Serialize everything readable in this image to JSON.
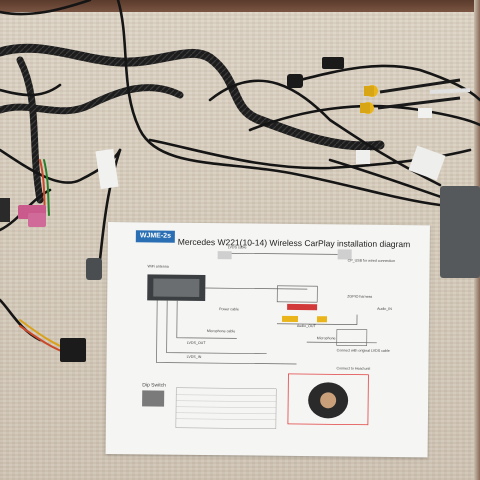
{
  "sheet": {
    "badge": "WJME-2s",
    "title": "Mercedes W221(10-14) Wireless CarPlay installation diagram",
    "labels": {
      "lvds_cable": "LVDS cable",
      "usb_wired": "CP_USB for wired connection",
      "wifi_antenna": "WiFi antenna",
      "power_cable": "Power cable",
      "zgpio_harness": "ZGPIO harness",
      "audio_in": "Audio_IN",
      "audio_out": "Audio_OUT",
      "microphone_cable": "Microphone cable",
      "microphone": "Microphone",
      "lvds_out": "LVDS_OUT",
      "lvds_in": "LVDS_IN",
      "connect_original": "Connect with original LVDS cable",
      "connect_head_unit": "Connect to Head unit",
      "dip_switch": "Dip Switch"
    }
  },
  "colors": {
    "rug": "#d9d0c3",
    "cable": "#1a1a1a",
    "rca_yellow": "#e9b51b",
    "sheet": "#f5f5f3",
    "badge": "#2a6fb3",
    "module": "#4a4e51",
    "pink_connector": "#c95a8b"
  }
}
